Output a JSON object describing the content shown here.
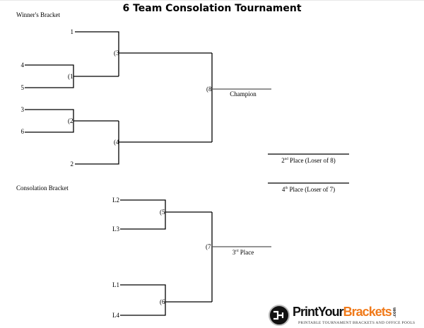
{
  "title": "6 Team Consolation Tournament",
  "winners_bracket": {
    "label": "Winner's Bracket",
    "seeds": [
      "1",
      "4",
      "5",
      "3",
      "6",
      "2"
    ],
    "games": [
      "(1",
      "(2",
      "(3",
      "(4",
      "(8"
    ],
    "champion_label": "Champion"
  },
  "placements": {
    "second_num": "2",
    "second_sup": "nd",
    "second_text": " Place (Loser of 8)",
    "fourth_num": "4",
    "fourth_sup": "th",
    "fourth_text": " Place (Loser of 7)"
  },
  "consolation_bracket": {
    "label": "Consolation Bracket",
    "entrants": [
      "L2",
      "L3",
      "L1",
      "L4"
    ],
    "games": [
      "(5",
      "(6",
      "(7"
    ],
    "third_num": "3",
    "third_sup": "rd",
    "third_text": " Place"
  },
  "logo": {
    "part1": "PrintYour",
    "part2": "Brackets",
    "suffix": ".com",
    "tagline": "PRINTABLE TOURNAMENT BRACKETS AND OFFICE POOLS",
    "colors": {
      "dark": "#111111",
      "orange": "#f07a1a"
    }
  }
}
